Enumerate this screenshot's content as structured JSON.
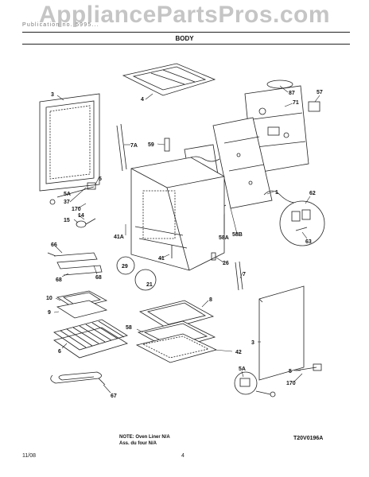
{
  "watermark": "AppliancePartsPros.com",
  "header": {
    "small_text": "Publication no. 5995...",
    "section_title": "BODY"
  },
  "part_labels": [
    "3",
    "4",
    "87",
    "71",
    "57",
    "59",
    "7A",
    "5",
    "5A",
    "37",
    "170",
    "14",
    "15",
    "1",
    "62",
    "41A",
    "58A",
    "58B",
    "63",
    "66",
    "68",
    "68",
    "41",
    "29",
    "21",
    "26",
    "7",
    "10",
    "9",
    "6",
    "8",
    "58",
    "42",
    "3",
    "5A",
    "5",
    "170",
    "67"
  ],
  "note": {
    "line1": "NOTE: Oven Liner N/A",
    "line2": "Ass. du four N/A"
  },
  "drawing_code": "T20V0196A",
  "footer": {
    "date": "11/08",
    "page": "4"
  }
}
